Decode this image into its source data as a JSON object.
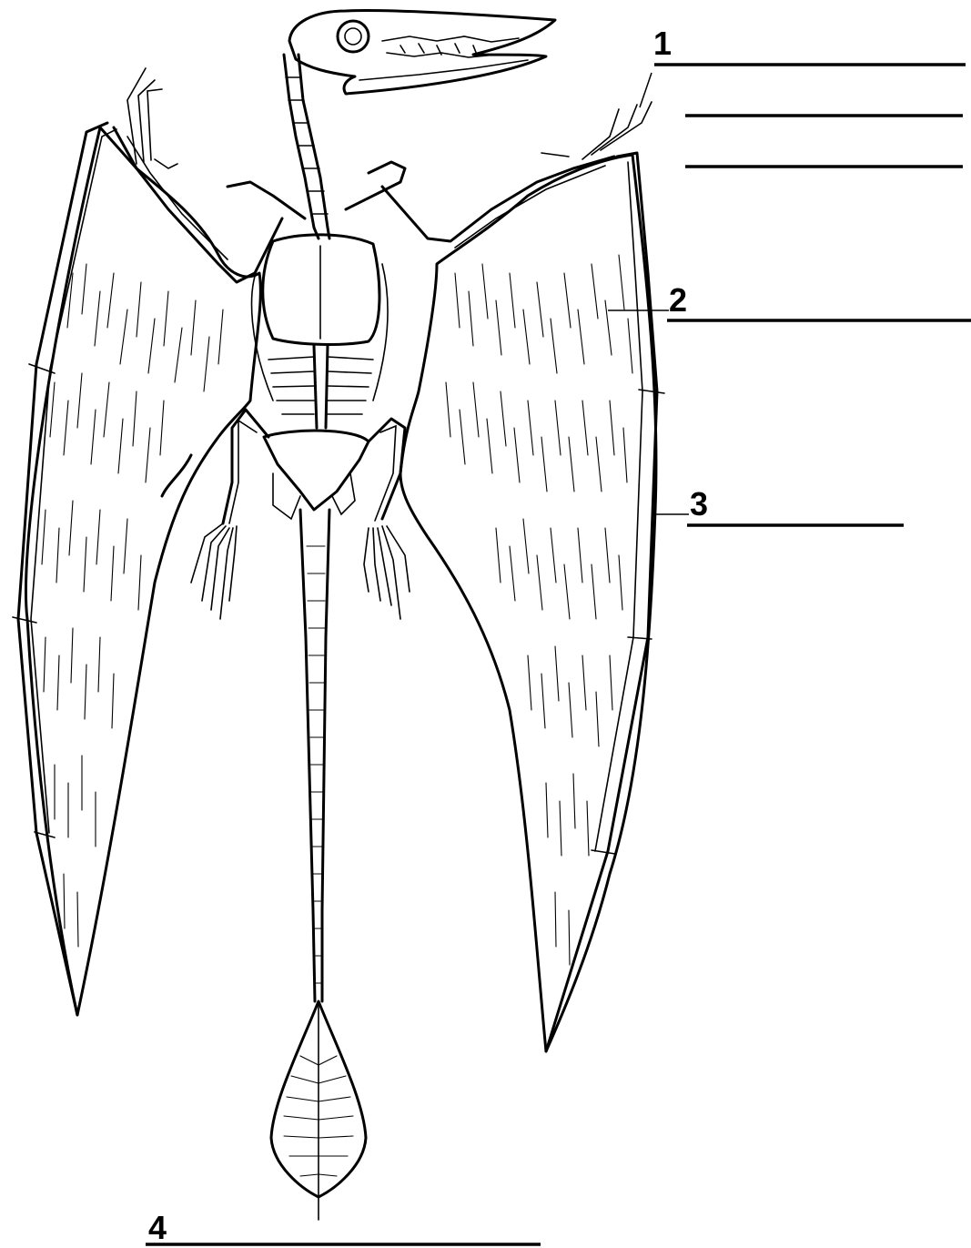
{
  "labels": [
    {
      "id": "1",
      "text": "1"
    },
    {
      "id": "2",
      "text": "2"
    },
    {
      "id": "3",
      "text": "3"
    },
    {
      "id": "4",
      "text": "4"
    }
  ],
  "colors": {
    "ink": "#000000",
    "background": "#ffffff"
  }
}
